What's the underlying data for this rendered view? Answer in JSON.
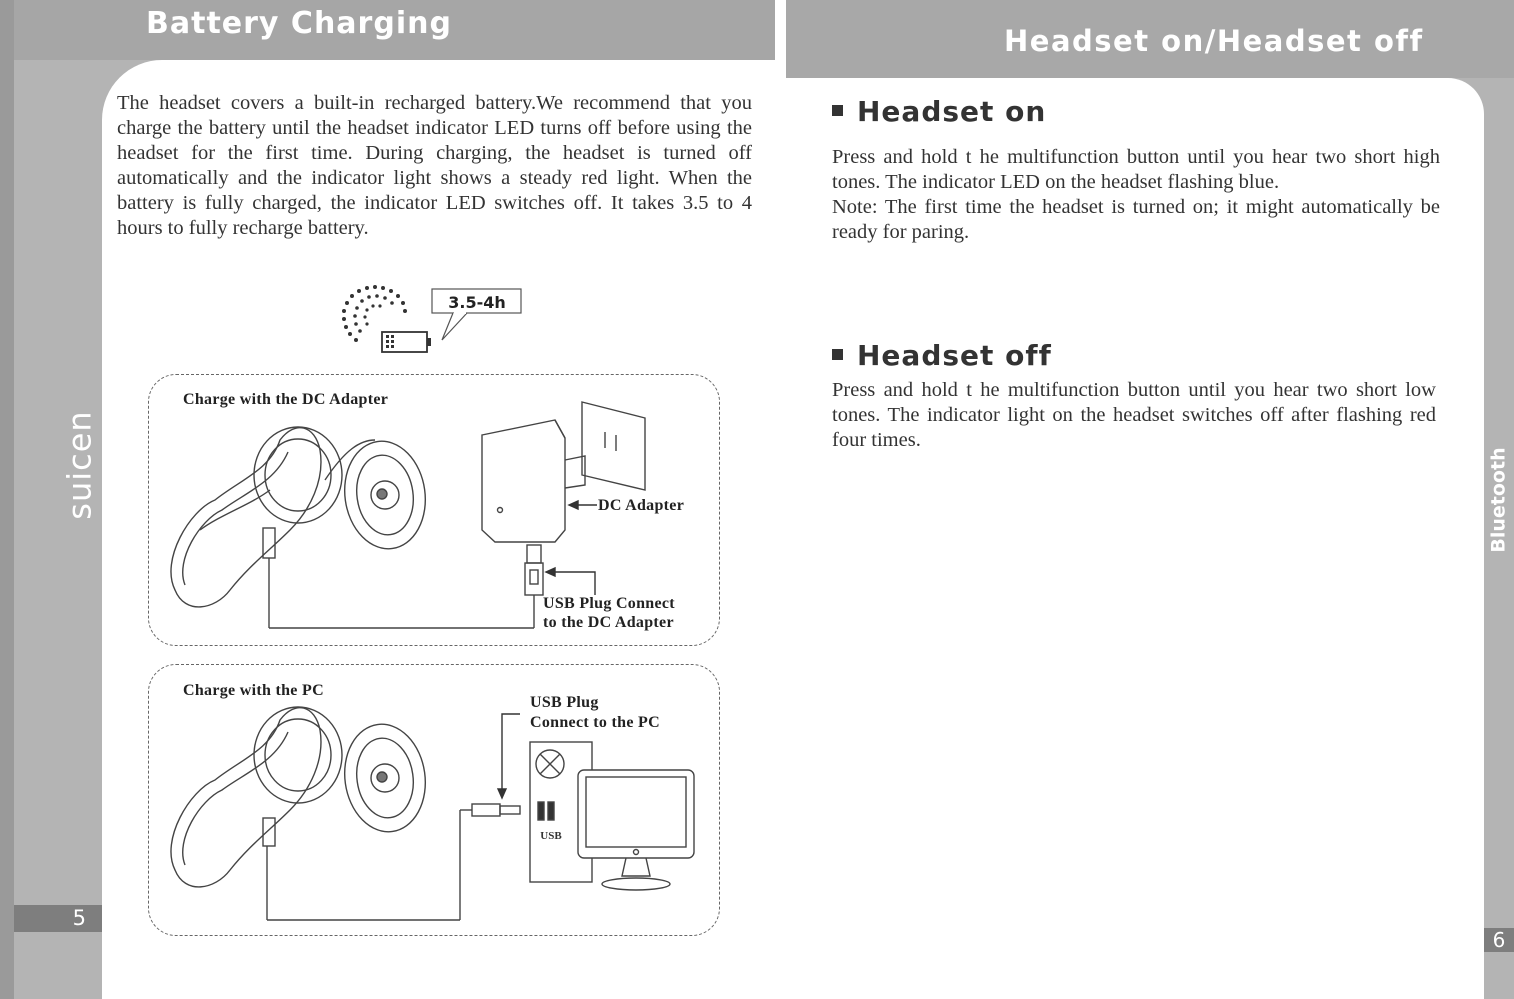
{
  "left_page": {
    "title": "Battery Charging",
    "brand": "suicen",
    "page_number": "5",
    "paragraph": "The headset covers a built-in recharged battery.We recommend that you charge the battery until the headset indicator LED turns off before using the headset for the first time. During charging, the headset is turned off automatically and the indicator light shows a steady red light. When the battery is fully charged, the indicator LED switches off. It takes 3.5 to 4 hours to fully recharge battery.",
    "charge_time_label": "3.5-4h",
    "dc_section": {
      "title": "Charge with the DC Adapter",
      "adapter_label": "DC Adapter",
      "usb_label_line1": "USB Plug Connect",
      "usb_label_line2": "to the DC Adapter"
    },
    "pc_section": {
      "title": "Charge with the PC",
      "usb_label_line1": "USB Plug",
      "usb_label_line2": "Connect to the PC",
      "port_label": "USB"
    }
  },
  "right_page": {
    "title": "Headset on/Headset off",
    "side_brand": "Bluetooth",
    "page_number": "6",
    "headset_on": {
      "heading": "Headset on",
      "text": "Press and hold t he multifunction button until you hear two short high tones.  The indicator LED on the headset flashing blue.",
      "note": "Note: The first time the headset is turned on; it might automatically be ready for paring."
    },
    "headset_off": {
      "heading": "Headset off",
      "text": "Press and hold t he multifunction button until you hear two short low tones. The indicator light on the headset switches off after flashing red four times."
    }
  }
}
